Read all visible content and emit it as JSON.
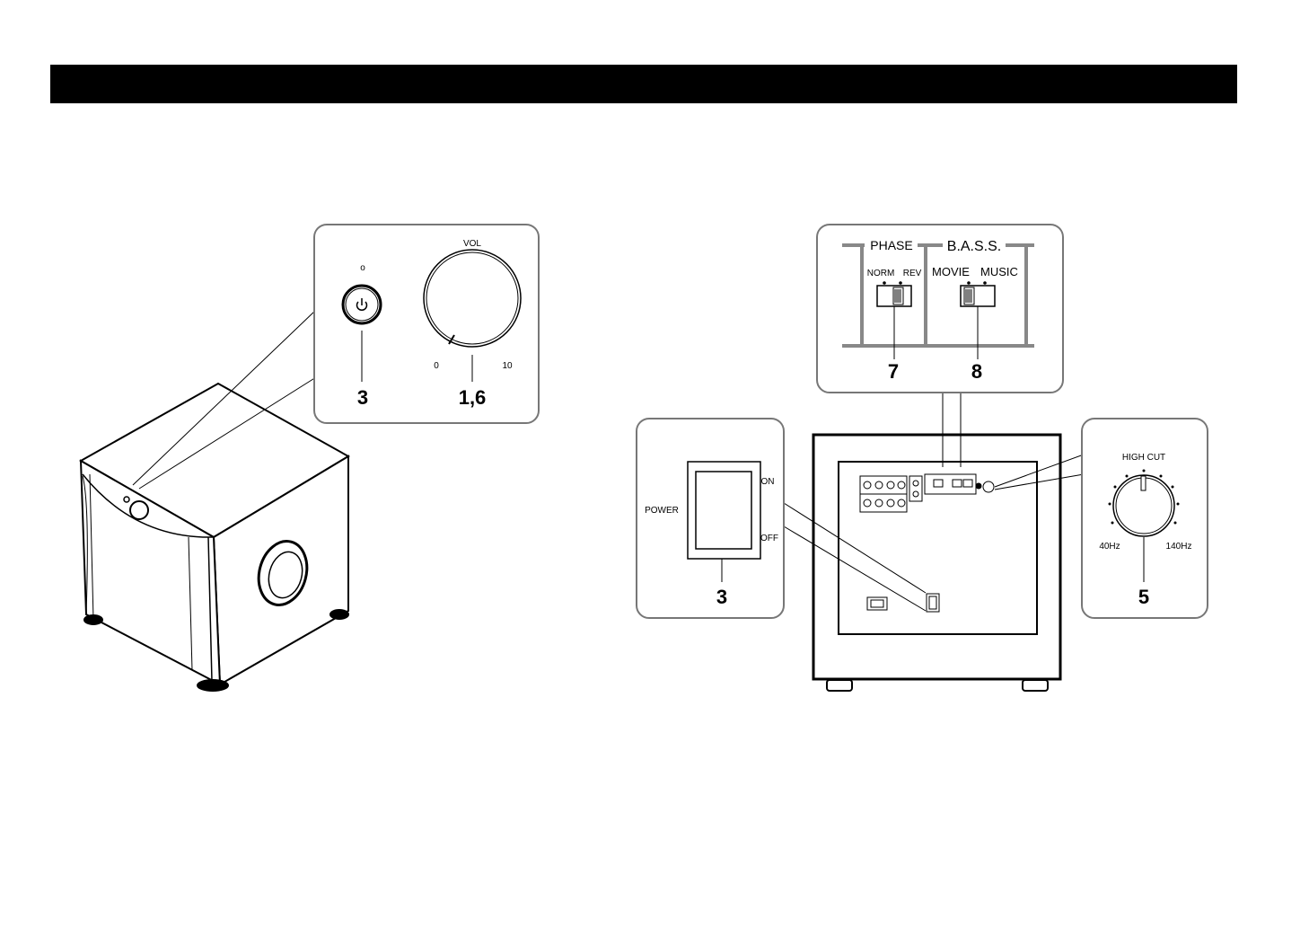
{
  "colors": {
    "header_bar": "#000000",
    "bracket_gray": "#888888",
    "callout_border": "#777777"
  },
  "front_callout": {
    "power_indicator": "o",
    "volume_label": "VOL",
    "volume_min": "0",
    "volume_max": "10",
    "power_callout_number": "3",
    "volume_callout_number": "1,6"
  },
  "switch_callout": {
    "phase_label": "PHASE",
    "phase_normal": "NORM",
    "phase_reverse": "REV",
    "bass_label": "B.A.S.S.",
    "bass_movie": "MOVIE",
    "bass_music": "MUSIC",
    "phase_callout_number": "7",
    "bass_callout_number": "8"
  },
  "power_callout": {
    "power_label": "POWER",
    "on_label": "ON",
    "off_label": "OFF",
    "callout_number": "3"
  },
  "highcut_callout": {
    "label": "HIGH CUT",
    "min": "40Hz",
    "max": "140Hz",
    "callout_number": "5"
  }
}
